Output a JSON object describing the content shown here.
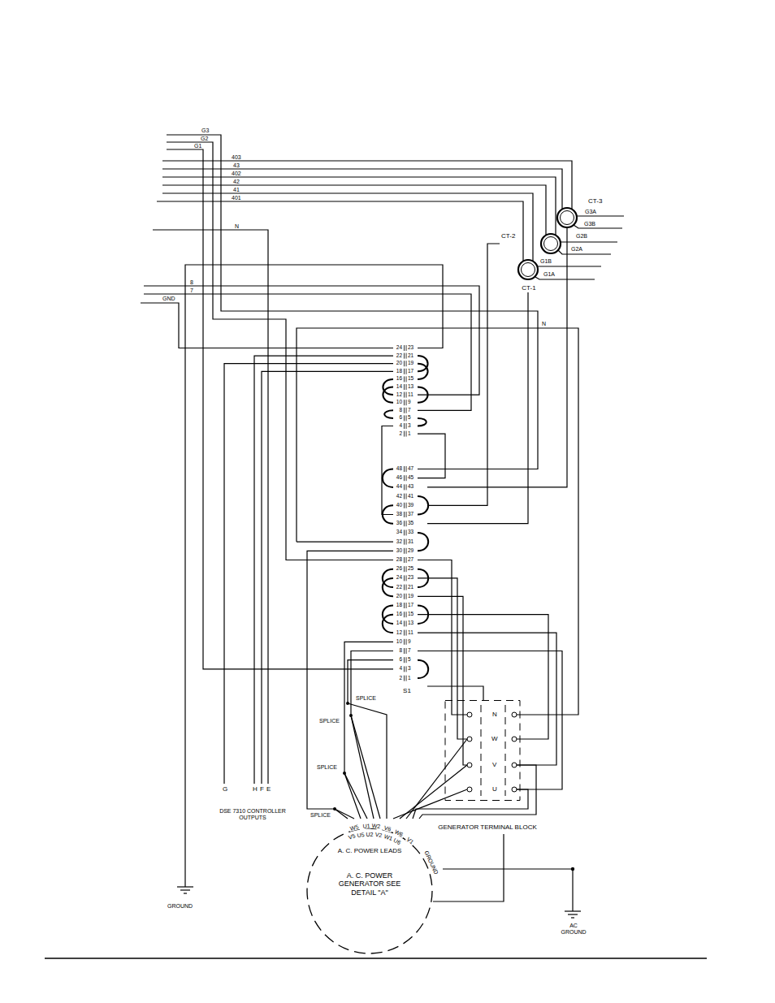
{
  "diagram": {
    "nodes": [
      {
        "text": [
          "CT-3"
        ]
      },
      {
        "text": [
          "CT-2"
        ]
      },
      {
        "text": [
          "CT-1"
        ]
      },
      {
        "text": [
          "S1"
        ]
      },
      {
        "text": [
          "GENERATOR TERMINAL BLOCK"
        ]
      },
      {
        "text": [
          "A. C. POWER LEADS",
          "A. C. POWER GENERATOR SEE DETAIL \"A\""
        ]
      }
    ],
    "edges": [
      {
        "from": 0,
        "to": 3,
        "arrow": "none"
      },
      {
        "from": 1,
        "to": 3,
        "arrow": "none"
      },
      {
        "from": 2,
        "to": 3,
        "arrow": "none"
      },
      {
        "from": 3,
        "to": 4,
        "arrow": "none"
      },
      {
        "from": 5,
        "to": 4,
        "arrow": "none"
      }
    ],
    "labels": [
      "G3",
      "G2",
      "G1",
      "403",
      "43",
      "402",
      "42",
      "41",
      "401",
      "N",
      "G3A",
      "G3B",
      "G2B",
      "G2A",
      "G1B",
      "G1A",
      "N",
      "8",
      "7",
      "GND",
      "24",
      "23",
      "22",
      "21",
      "20",
      "19",
      "18",
      "17",
      "16",
      "15",
      "14",
      "13",
      "12",
      "11",
      "10",
      "9",
      "8",
      "7",
      "6",
      "5",
      "4",
      "3",
      "2",
      "1",
      "48",
      "47",
      "46",
      "45",
      "44",
      "43",
      "42",
      "41",
      "40",
      "39",
      "38",
      "37",
      "36",
      "35",
      "34",
      "33",
      "32",
      "31",
      "30",
      "29",
      "28",
      "27",
      "26",
      "25",
      "24",
      "23",
      "22",
      "21",
      "20",
      "19",
      "18",
      "17",
      "16",
      "15",
      "14",
      "13",
      "12",
      "11",
      "10",
      "9",
      "8",
      "7",
      "6",
      "5",
      "4",
      "3",
      "2",
      "1",
      "N",
      "W",
      "V",
      "U",
      "SPLICE",
      "SPLICE",
      "SPLICE",
      "SPLICE",
      "G",
      "H",
      "F",
      "E",
      "DSE 7310 CONTROLLER OUTPUTS",
      "GROUND",
      "AC GROUND",
      "W5",
      "V5",
      "U5",
      "U1",
      "U2",
      "W2",
      "V2",
      "V6",
      "W1",
      "W6",
      "U6",
      "V1",
      "GROUND"
    ]
  }
}
